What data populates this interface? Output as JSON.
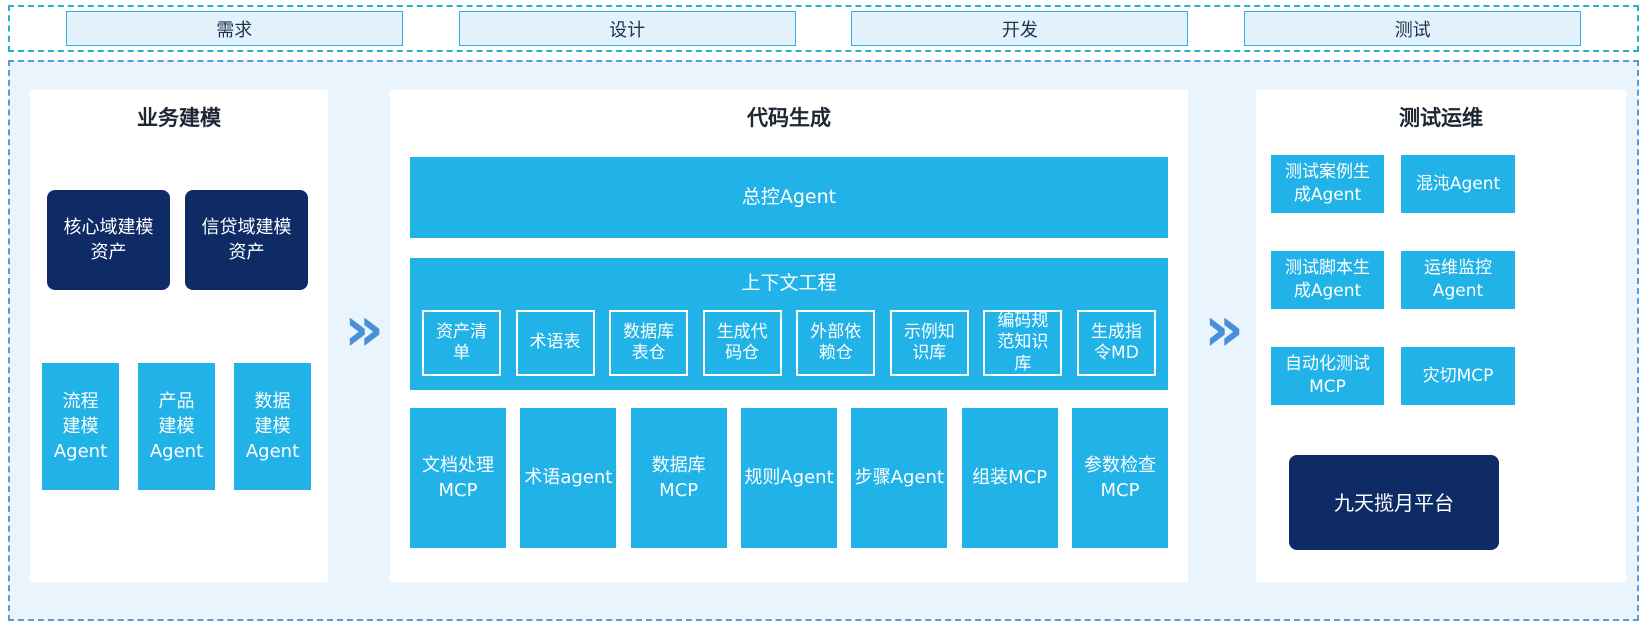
{
  "phases": {
    "items": [
      {
        "label": "需求"
      },
      {
        "label": "设计"
      },
      {
        "label": "开发"
      },
      {
        "label": "测试"
      }
    ]
  },
  "panels": {
    "business": {
      "title": "业务建模",
      "assets": [
        {
          "label": "核心域建模资产"
        },
        {
          "label": "信贷域建模资产"
        }
      ],
      "agents": [
        {
          "label": "流程建模Agent"
        },
        {
          "label": "产品建模Agent"
        },
        {
          "label": "数据建模Agent"
        }
      ]
    },
    "codegen": {
      "title": "代码生成",
      "master_agent": {
        "label": "总控Agent"
      },
      "context": {
        "title": "上下文工程",
        "items": [
          {
            "label": "资产清单"
          },
          {
            "label": "术语表"
          },
          {
            "label": "数据库表仓"
          },
          {
            "label": "生成代码仓"
          },
          {
            "label": "外部依赖仓"
          },
          {
            "label": "示例知识库"
          },
          {
            "label": "编码规范知识库"
          },
          {
            "label": "生成指令MD"
          }
        ]
      },
      "tools": [
        {
          "label": "文档处理MCP"
        },
        {
          "label": "术语agent"
        },
        {
          "label": "数据库MCP"
        },
        {
          "label": "规则Agent"
        },
        {
          "label": "步骤Agent"
        },
        {
          "label": "组装MCP"
        },
        {
          "label": "参数检查MCP"
        }
      ]
    },
    "testops": {
      "title": "测试运维",
      "boxes": [
        {
          "label": "测试案例生成Agent"
        },
        {
          "label": "混沌Agent"
        },
        {
          "label": "测试脚本生成Agent"
        },
        {
          "label": "运维监控Agent"
        },
        {
          "label": "自动化测试MCP"
        },
        {
          "label": "灾切MCP"
        }
      ],
      "platform": {
        "label": "九天揽月平台"
      }
    }
  },
  "arrows": {
    "glyph": "»"
  },
  "colors": {
    "cyan": "#21b2e7",
    "navy": "#0e2b66",
    "page_bg": "#e9f4fc",
    "panel_bg": "#ffffff",
    "phase_fill": "#e4f2fc",
    "phase_border": "#2ab4e9",
    "top_dashed_border": "#27b2c4",
    "main_dashed_border": "#5b9bd5",
    "arrow": "#4a90d9"
  }
}
